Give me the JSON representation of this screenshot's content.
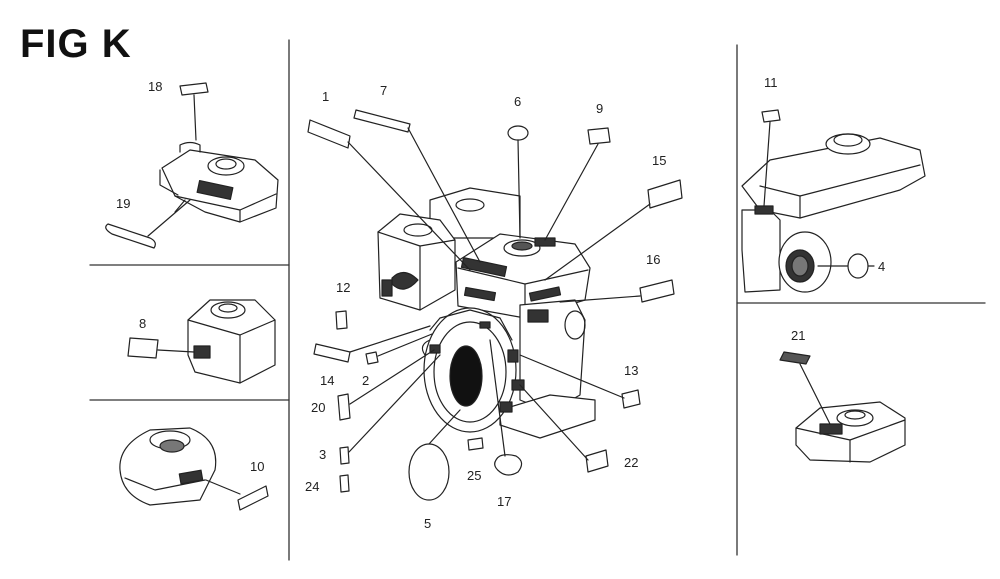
{
  "figure": {
    "title": "FIG K"
  },
  "callouts": {
    "c1": "1",
    "c2": "2",
    "c3": "3",
    "c4": "4",
    "c5": "5",
    "c6": "6",
    "c7": "7",
    "c8": "8",
    "c9": "9",
    "c10": "10",
    "c11": "11",
    "c12": "12",
    "c13": "13",
    "c14": "14",
    "c15": "15",
    "c16": "16",
    "c17": "17",
    "c18": "18",
    "c19": "19",
    "c20": "20",
    "c21": "21",
    "c22": "22",
    "c24": "24",
    "c25": "25"
  }
}
